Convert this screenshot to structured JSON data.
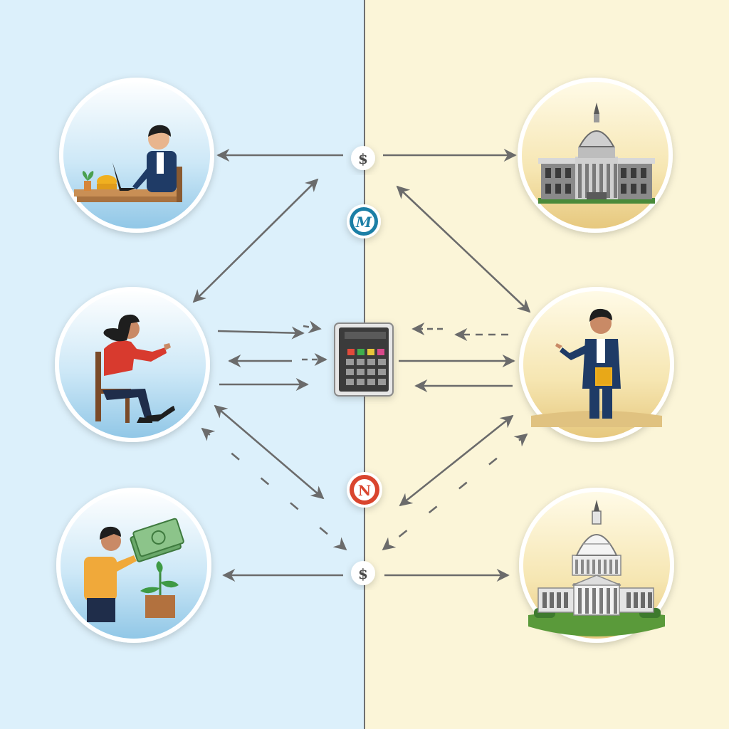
{
  "colors": {
    "left_bg": "#dcf0fb",
    "right_bg": "#fbf5d8",
    "divider": "#6f6f6f",
    "arrow": "#6b6b6b",
    "badge_teal": "#1e7fa6",
    "badge_red": "#d9452f"
  },
  "badges": {
    "top": "$",
    "middle_top": "M",
    "middle_bottom": "N",
    "bottom": "$"
  },
  "nodes": [
    {
      "name": "worker-at-desk",
      "side": "households",
      "icon": "person-laptop-icon"
    },
    {
      "name": "woman-in-chair",
      "side": "households",
      "icon": "person-sitting-icon"
    },
    {
      "name": "person-with-money-plant",
      "side": "households",
      "icon": "money-plant-icon"
    },
    {
      "name": "government-building-top",
      "side": "government",
      "icon": "capitol-building-icon"
    },
    {
      "name": "man-with-folder",
      "side": "government",
      "icon": "official-presenting-icon"
    },
    {
      "name": "capitol-dome-bottom",
      "side": "government",
      "icon": "capitol-dome-icon"
    }
  ],
  "center": {
    "icon": "calculator-icon"
  }
}
